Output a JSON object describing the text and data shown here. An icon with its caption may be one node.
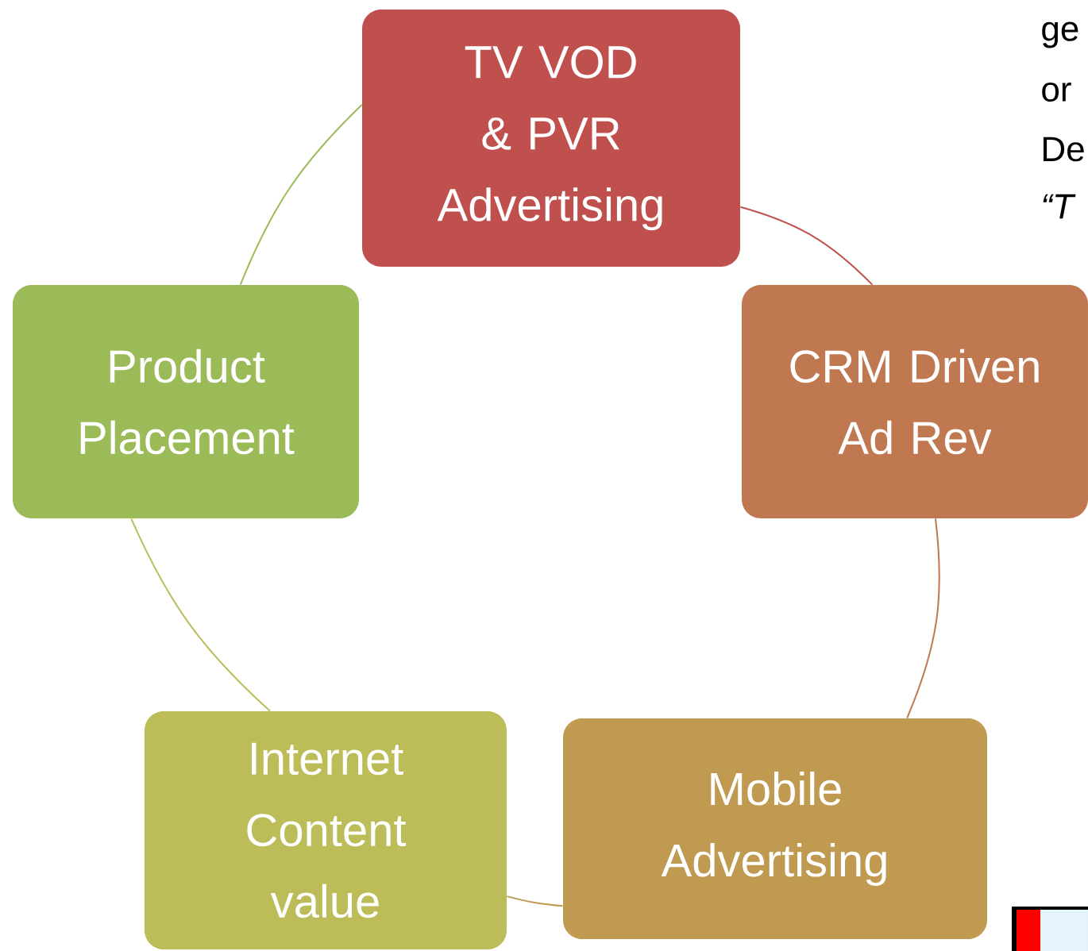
{
  "diagram": {
    "nodes": [
      {
        "text": [
          "TV VOD & PVR Advertising"
        ]
      },
      {
        "text": [
          "CRM Driven Ad Rev"
        ]
      },
      {
        "text": [
          "Mobile Advertising"
        ]
      },
      {
        "text": [
          "Internet Content value"
        ]
      },
      {
        "text": [
          "Product Placement"
        ]
      }
    ],
    "edges": [
      {
        "from": 0,
        "to": 1,
        "arrow": "none",
        "color": "#c0504d"
      },
      {
        "from": 1,
        "to": 2,
        "arrow": "none",
        "color": "#c07850"
      },
      {
        "from": 2,
        "to": 3,
        "arrow": "none",
        "color": "#bf9a50"
      },
      {
        "from": 3,
        "to": 4,
        "arrow": "none",
        "color": "#bcbc58"
      },
      {
        "from": 4,
        "to": 0,
        "arrow": "none",
        "color": "#9bbb59"
      }
    ],
    "labels": [
      "ge",
      "or",
      "De",
      "“T"
    ]
  }
}
